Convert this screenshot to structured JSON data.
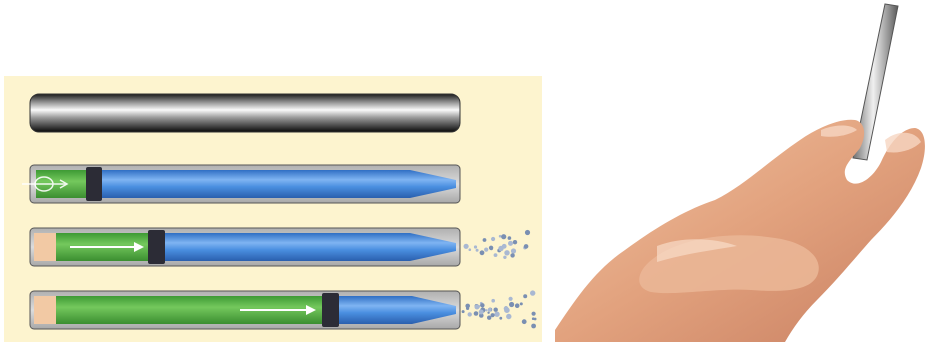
{
  "diagram": {
    "colors": {
      "panel": "#fdf4cf",
      "drug_chamber": "#4a8fe0",
      "osmotic_engine": "#5ab545",
      "piston": "#2c2c36",
      "membrane": "#f2c9a4",
      "casing": "#c9c9c9",
      "titanium_rod": "#7a7a7a"
    },
    "icons": [
      "water-inflow-icon",
      "push-arrow-icon",
      "drug-release-droplets-icon"
    ],
    "stages": [
      {
        "piston_position": 0.08,
        "has_release": false
      },
      {
        "piston_position": 0.31,
        "has_release": true
      },
      {
        "piston_position": 0.74,
        "has_release": true
      }
    ]
  },
  "photo": {
    "icons": [
      "hand-icon",
      "implant-rod-icon"
    ]
  }
}
